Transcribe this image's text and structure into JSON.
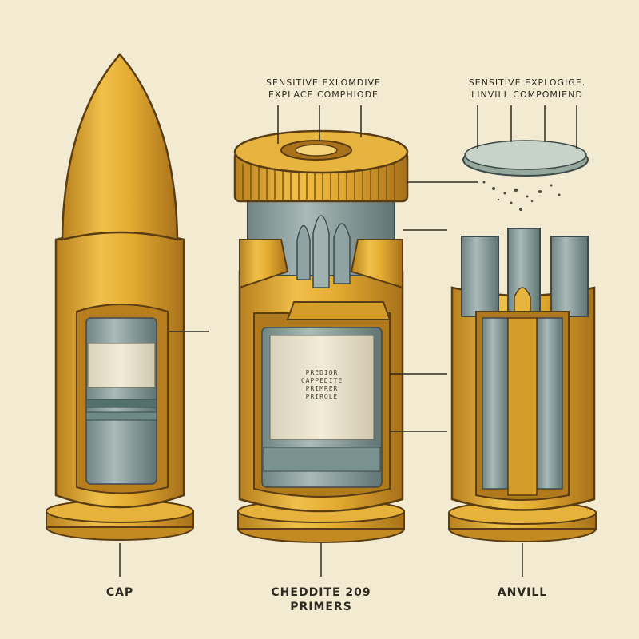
{
  "labels": {
    "top_middle_line1": "SENSITIVE EXLOMDIVE",
    "top_middle_line2": "EXPLACE COMPHIODE",
    "top_right_line1": "SENSITIVE EXPLOGIGE.",
    "top_right_line2": "LINVILL COMPOMIEND",
    "inner_line1": "PREDIOR",
    "inner_line2": "CAPPEDITE",
    "inner_line3": "PRIMRER",
    "inner_line4": "PRIROLE",
    "bottom_left": "CAP",
    "bottom_middle_line1": "CHEDDITE 209",
    "bottom_middle_line2": "PRIMERS",
    "bottom_right": "ANVILL"
  },
  "colors": {
    "background": "#f3ead2",
    "brass": "#e0a92e",
    "brass_dark": "#a8711a",
    "steel": "#8fa3a2",
    "steel_dark": "#5f7473",
    "label_paper": "#ece6d0",
    "outline": "#5a3d12"
  }
}
